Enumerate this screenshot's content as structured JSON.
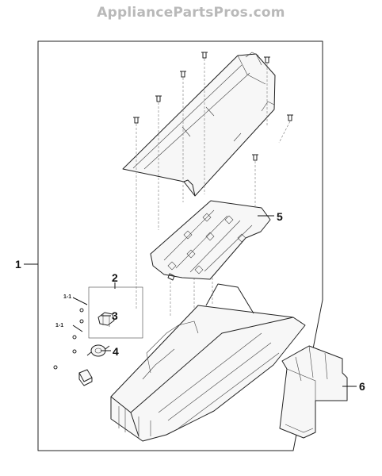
{
  "watermark": "AppliancePartsPros.com",
  "callouts": {
    "c1": "1",
    "c2": "2",
    "c3": "3",
    "c4": "4",
    "c5": "5",
    "c6": "6",
    "c1_1a": "1-1",
    "c1_1b": "1-1"
  },
  "colors": {
    "watermark": "#b9b9b9",
    "line": "#222222",
    "background": "#ffffff"
  }
}
